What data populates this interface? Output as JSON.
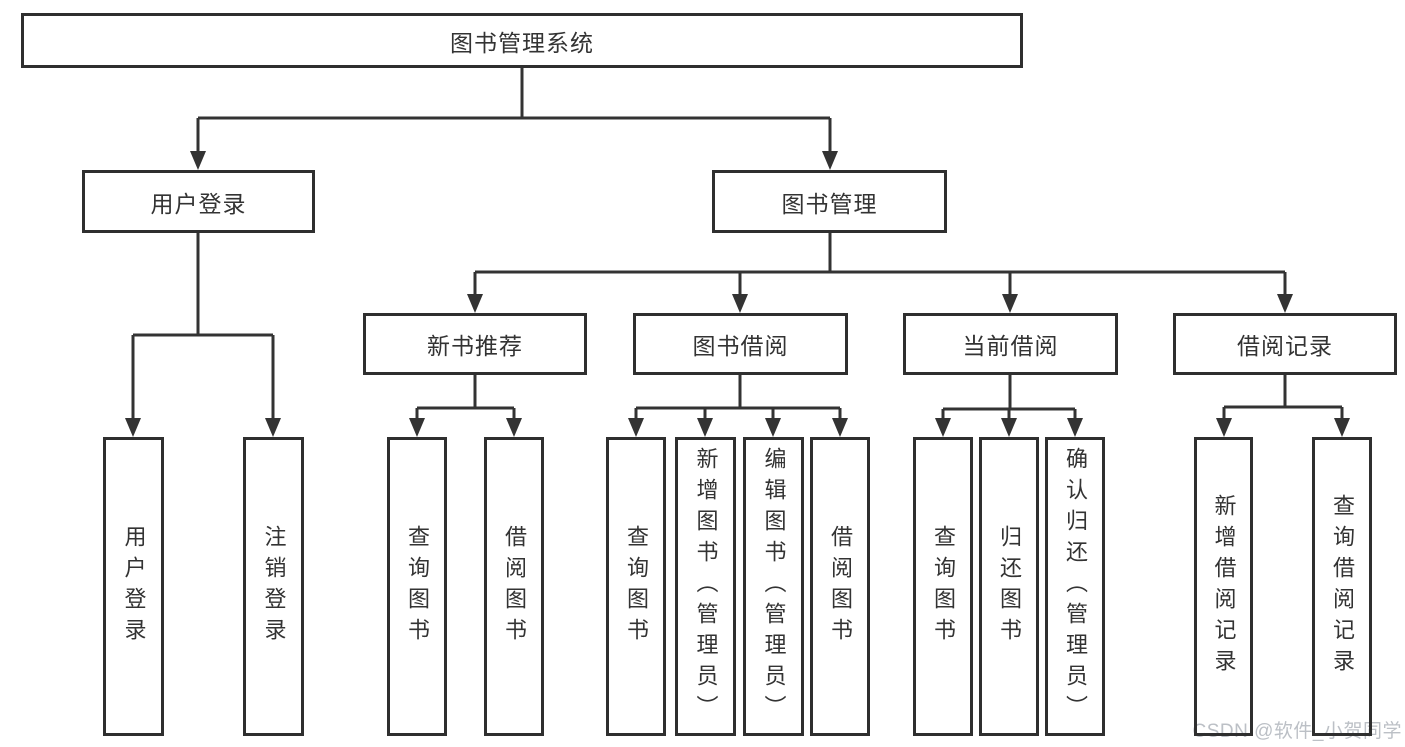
{
  "diagram": {
    "title": "图书管理系统",
    "root": {
      "label": "图书管理系统"
    },
    "user_branch": {
      "label": "用户登录",
      "children": [
        {
          "label": "用户登录"
        },
        {
          "label": "注销登录"
        }
      ]
    },
    "book_branch": {
      "label": "图书管理",
      "sections": [
        {
          "label": "新书推荐",
          "children": [
            {
              "label": "查询图书"
            },
            {
              "label": "借阅图书"
            }
          ]
        },
        {
          "label": "图书借阅",
          "children": [
            {
              "label": "查询图书"
            },
            {
              "label": "新增图书（管理员）"
            },
            {
              "label": "编辑图书（管理员）"
            },
            {
              "label": "借阅图书"
            }
          ]
        },
        {
          "label": "当前借阅",
          "children": [
            {
              "label": "查询图书"
            },
            {
              "label": "归还图书"
            },
            {
              "label": "确认归还（管理员）"
            }
          ]
        },
        {
          "label": "借阅记录",
          "children": [
            {
              "label": "新增借阅记录"
            },
            {
              "label": "查询借阅记录"
            }
          ]
        }
      ]
    }
  },
  "watermark": {
    "text": "CSDN @软件_小贺同学"
  },
  "colors": {
    "line": "#333333",
    "text": "#333333",
    "watermark": "#bcc0c6",
    "background": "#ffffff"
  }
}
